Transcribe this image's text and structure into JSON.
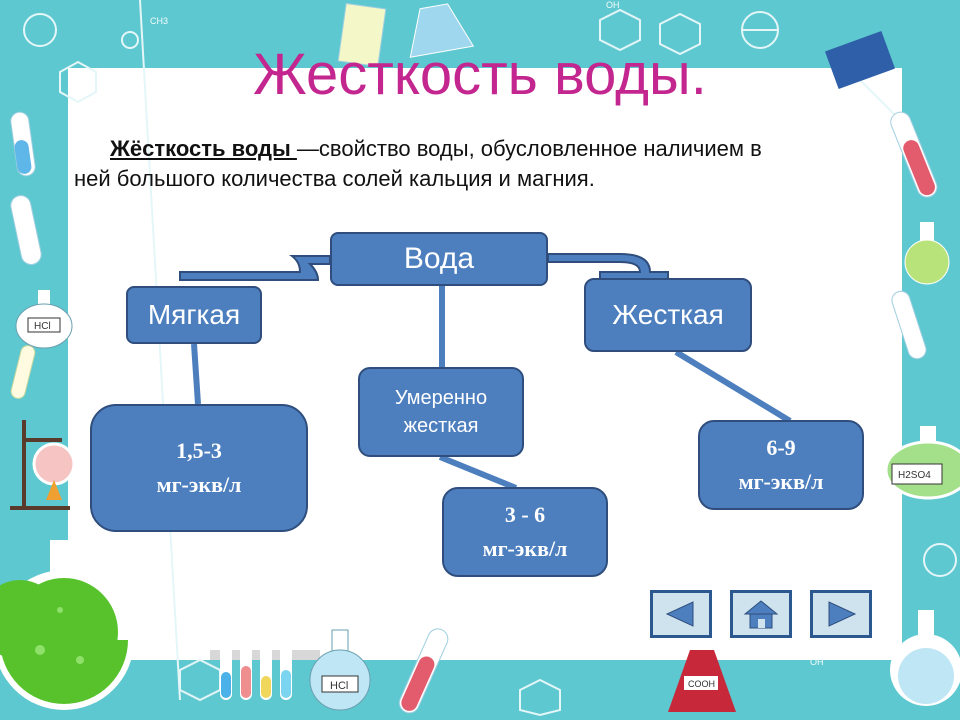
{
  "title": "Жесткость воды.",
  "definition": {
    "term": "Жёсткость воды ",
    "text": "—свойство воды, обусловленное наличием в ней большого количества солей кальция и магния."
  },
  "nodes": {
    "water": "Вода",
    "soft": "Мягкая",
    "hard": "Жесткая",
    "moderate_line1": "Умеренно",
    "moderate_line2": "жесткая"
  },
  "values": {
    "soft_range": "1,5-3",
    "soft_unit": "мг-экв/л",
    "moderate_range": "3 - 6",
    "moderate_unit": "мг-экв/л",
    "hard_range": "6-9",
    "hard_unit": "мг-экв/л"
  },
  "decor_labels": {
    "flask_hcl": "HCl",
    "flask_h2so4": "H2SO4",
    "cooh": "COOH",
    "oh": "OH",
    "ch3": "CH3"
  },
  "navigation": {
    "prev_icon": "triangle-left-icon",
    "home_icon": "home-icon",
    "next_icon": "triangle-right-icon"
  },
  "colors": {
    "frame": "#5ec8d0",
    "title": "#c3268f",
    "node_fill": "#4d7fbf",
    "node_border": "#2f4e7d",
    "nav_border": "#2c5890"
  }
}
